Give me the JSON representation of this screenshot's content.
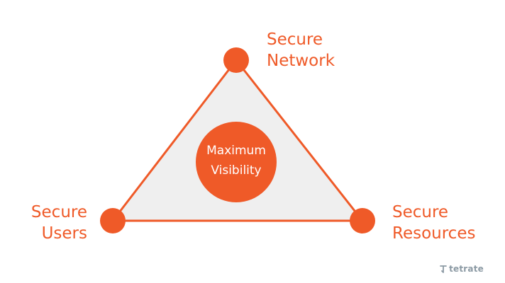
{
  "colors": {
    "accent": "#EF5A28",
    "triangle_fill": "#EFEFEF",
    "center_text": "#FFFFFF",
    "brand_text": "#8C9AA4"
  },
  "diagram": {
    "center": {
      "line1": "Maximum",
      "line2": "Visibility"
    },
    "nodes": {
      "network": {
        "line1": "Secure",
        "line2": "Network"
      },
      "users": {
        "line1": "Secure",
        "line2": "Users"
      },
      "resources": {
        "line1": "Secure",
        "line2": "Resources"
      }
    },
    "edges": [
      {
        "from": "network",
        "to": "users"
      },
      {
        "from": "users",
        "to": "resources"
      },
      {
        "from": "resources",
        "to": "network"
      }
    ]
  },
  "brand": {
    "name": "tetrate",
    "icon": "tetrate-logo-icon"
  }
}
